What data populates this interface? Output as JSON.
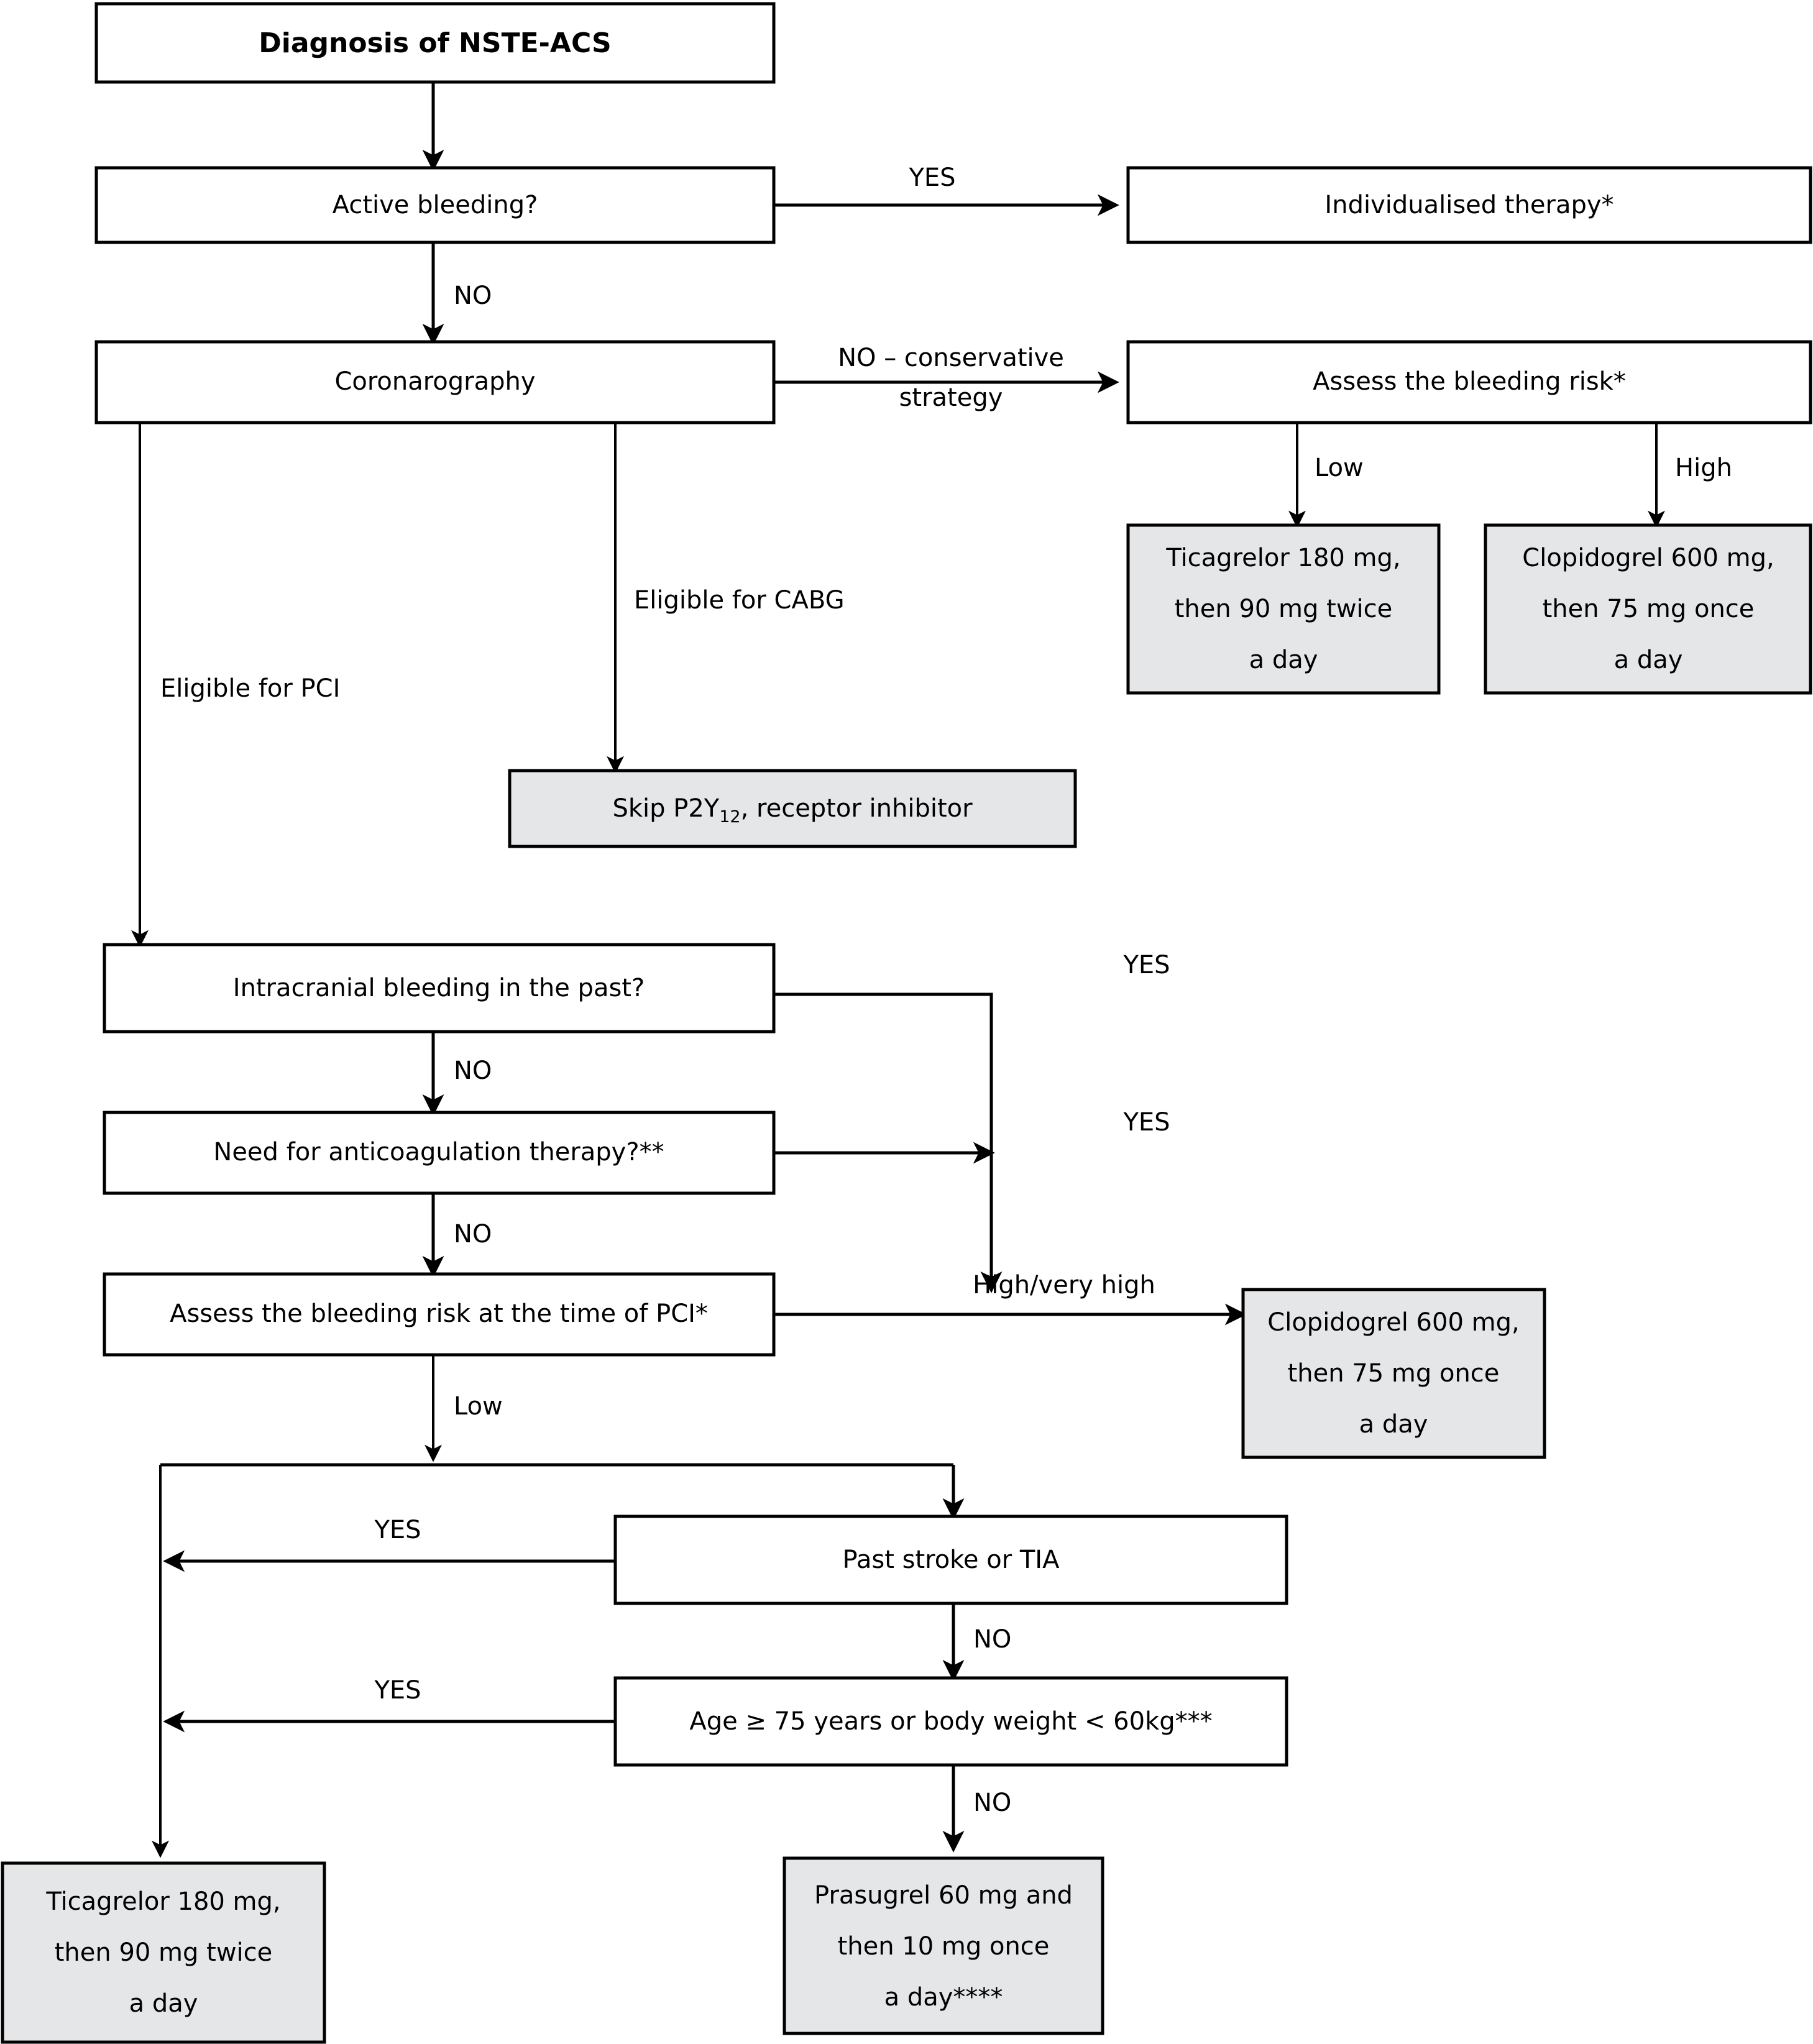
{
  "diagram": {
    "title_node": "Diagnosis of NSTE-ACS",
    "colors": {
      "shaded_node_fill": "#e4e6e7",
      "plain_node_fill": "#ffffff",
      "stroke": "#000000"
    },
    "nodes": {
      "diagnosis": {
        "label": "Diagnosis of NSTE-ACS",
        "style": "plain-bold"
      },
      "active_bleeding": {
        "label": "Active bleeding?",
        "style": "plain"
      },
      "individualised_therapy": {
        "label": "Individualised therapy*",
        "style": "plain"
      },
      "coronarography": {
        "label": "Coronarography",
        "style": "plain"
      },
      "assess_bleeding_risk": {
        "label": "Assess the bleeding risk*",
        "style": "plain"
      },
      "ticagrelor_conservative": {
        "style": "shaded",
        "lines": [
          "Ticagrelor 180 mg,",
          "then 90 mg twice",
          "a day"
        ]
      },
      "clopidogrel_conservative": {
        "style": "shaded",
        "lines": [
          "Clopidogrel 600 mg,",
          "then 75 mg once",
          "a day"
        ]
      },
      "skip_p2y12": {
        "style": "shaded",
        "prefix": "Skip P2Y",
        "subscript": "12",
        "suffix": ", receptor inhibitor"
      },
      "intracranial_bleeding": {
        "label": "Intracranial bleeding in the past?",
        "style": "plain"
      },
      "need_anticoagulation": {
        "label": "Need for anticoagulation therapy?**",
        "style": "plain"
      },
      "assess_risk_pci": {
        "label": "Assess the bleeding risk at the time of PCI*",
        "style": "plain"
      },
      "clopidogrel_pci": {
        "style": "shaded",
        "lines": [
          "Clopidogrel 600 mg,",
          "then 75 mg once",
          "a day"
        ]
      },
      "past_stroke_tia": {
        "label": "Past stroke or TIA",
        "style": "plain"
      },
      "age_weight": {
        "label": "Age ≥ 75 years or body weight < 60kg***",
        "style": "plain"
      },
      "ticagrelor_final": {
        "style": "shaded",
        "lines": [
          "Ticagrelor 180 mg,",
          "then 90 mg twice",
          "a day"
        ]
      },
      "prasugrel_final": {
        "style": "shaded",
        "lines": [
          "Prasugrel 60 mg and",
          "then 10 mg once",
          "a day****"
        ]
      }
    },
    "edge_labels": {
      "bleeding_yes": "YES",
      "bleeding_no": "NO",
      "coronarography_conservative_line1": "NO – conservative",
      "coronarography_conservative_line2": "strategy",
      "risk_low": "Low",
      "risk_high": "High",
      "eligible_cabg": "Eligible for CABG",
      "eligible_pci": "Eligible for PCI",
      "intracranial_yes": "YES",
      "intracranial_no": "NO",
      "anticoag_yes": "YES",
      "anticoag_no": "NO",
      "pci_risk_high": "High/very high",
      "pci_risk_low": "Low",
      "stroke_yes": "YES",
      "stroke_no": "NO",
      "age_yes": "YES",
      "age_no": "NO"
    }
  }
}
